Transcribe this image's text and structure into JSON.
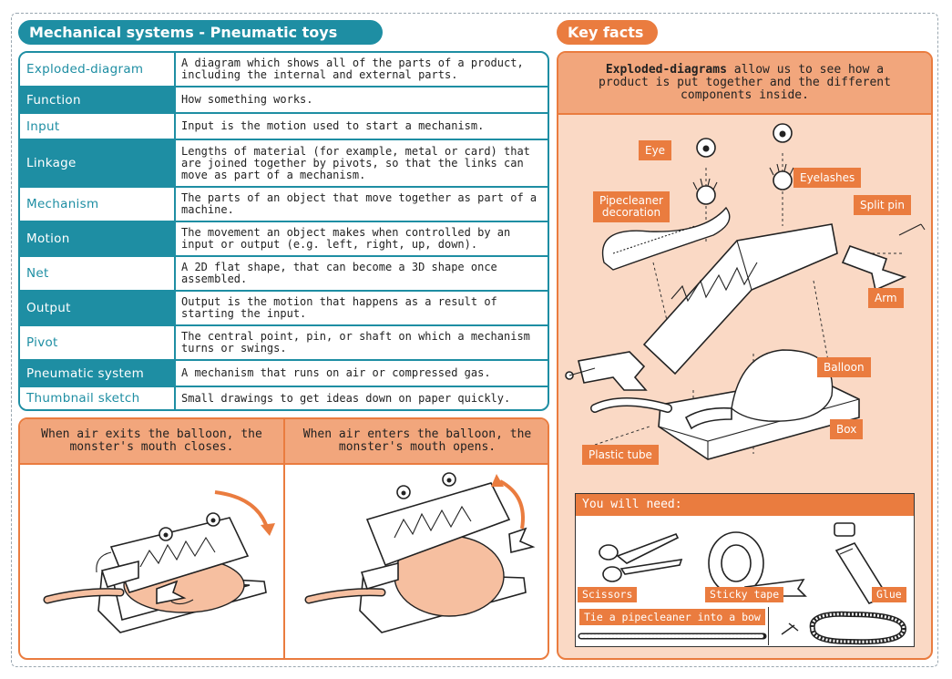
{
  "title_left": "Mechanical systems - Pneumatic toys",
  "title_right": "Key facts",
  "vocabulary": [
    {
      "term": "Exploded-diagram",
      "definition": "A diagram which shows all of the parts of a product, including the internal and external parts."
    },
    {
      "term": "Function",
      "definition": "How something works."
    },
    {
      "term": "Input",
      "definition": "Input is the motion used to start a mechanism."
    },
    {
      "term": "Linkage",
      "definition": "Lengths of material (for example, metal or card) that are joined together by pivots, so that the links can move as part of a mechanism."
    },
    {
      "term": "Mechanism",
      "definition": "The parts of an object that move together as part of a machine."
    },
    {
      "term": "Motion",
      "definition": "The movement an object makes when controlled by an input or output (e.g. left, right, up, down)."
    },
    {
      "term": "Net",
      "definition": "A 2D flat shape, that can become a 3D shape once assembled."
    },
    {
      "term": "Output",
      "definition": "Output is the motion that happens as a result of starting the input."
    },
    {
      "term": "Pivot",
      "definition": "The central point, pin, or shaft on which a mechanism turns or swings."
    },
    {
      "term": "Pneumatic system",
      "definition": "A mechanism that runs on air or compressed gas."
    },
    {
      "term": "Thumbnail sketch",
      "definition": "Small drawings to get ideas down on paper quickly."
    }
  ],
  "panels": {
    "exits": "When air exits the balloon, the monster's mouth closes.",
    "enters": "When air enters the balloon, the monster's mouth opens."
  },
  "key_facts": {
    "intro_bold": "Exploded-diagrams",
    "intro_rest": "allow us to see how a product is put together and the different components inside.",
    "labels": {
      "eye": "Eye",
      "eyelashes": "Eyelashes",
      "pipecleaner_1": "Pipecleaner",
      "pipecleaner_2": "decoration",
      "split_pin": "Split pin",
      "arm": "Arm",
      "balloon": "Balloon",
      "box": "Box",
      "plastic_tube": "Plastic tube"
    }
  },
  "you_will_need": {
    "heading": "You will need:",
    "scissors": "Scissors",
    "sticky_tape": "Sticky tape",
    "glue": "Glue",
    "tie": "Tie a pipecleaner into a bow"
  },
  "colors": {
    "teal": "#1e8ea3",
    "orange": "#ea7c3f",
    "light_orange": "#f2a67c",
    "peach": "#fad9c5",
    "balloon": "#f6bfa0"
  }
}
